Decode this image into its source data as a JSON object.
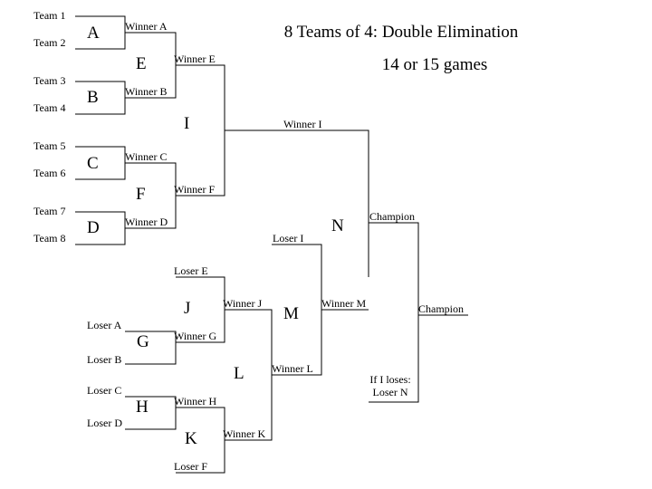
{
  "title": "8 Teams of 4: Double Elimination",
  "subtitle": "14 or 15 games",
  "teams": [
    "Team 1",
    "Team 2",
    "Team 3",
    "Team 4",
    "Team 5",
    "Team 6",
    "Team 7",
    "Team 8"
  ],
  "games": [
    "A",
    "B",
    "C",
    "D",
    "E",
    "F",
    "G",
    "H",
    "I",
    "J",
    "K",
    "L",
    "M",
    "N"
  ],
  "winner_labels": {
    "a": "Winner A",
    "b": "Winner B",
    "c": "Winner C",
    "d": "Winner D",
    "e": "Winner E",
    "f": "Winner F",
    "g": "Winner G",
    "h": "Winner H",
    "i": "Winner I",
    "j": "Winner J",
    "k": "Winner K",
    "l": "Winner L",
    "m": "Winner M"
  },
  "loser_labels": {
    "a": "Loser A",
    "b": "Loser B",
    "c": "Loser C",
    "d": "Loser D",
    "e": "Loser E",
    "f": "Loser F",
    "i": "Loser I"
  },
  "champion_labels": [
    "Champion",
    "Champion"
  ],
  "if_note": [
    "If  I loses:",
    "Loser N"
  ]
}
